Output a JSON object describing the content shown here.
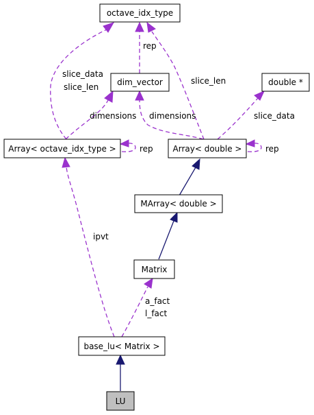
{
  "diagram": {
    "colors": {
      "inheritance": "#191970",
      "usage": "#9a32cd",
      "node_fill": "#ffffff",
      "focus_fill": "#bfbfbf",
      "border": "#000000"
    },
    "nodes": {
      "octave_idx_type": "octave_idx_type",
      "dim_vector": "dim_vector",
      "double_ptr": "double *",
      "array_idx": "Array< octave_idx_type >",
      "array_double": "Array< double >",
      "marray_double": "MArray< double >",
      "matrix": "Matrix",
      "base_lu": "base_lu< Matrix >",
      "lu": "LU"
    },
    "edge_labels": {
      "rep_dim_to_idx": "rep",
      "slice_data_idx": "slice_data",
      "slice_len_idx": "slice_len",
      "slice_len_double": "slice_len",
      "dimensions_idx": "dimensions",
      "dimensions_double": "dimensions",
      "slice_data_double": "slice_data",
      "rep_self_idx": "rep",
      "rep_self_double": "rep",
      "ipvt": "ipvt",
      "a_fact": "a_fact",
      "l_fact": "l_fact"
    }
  }
}
